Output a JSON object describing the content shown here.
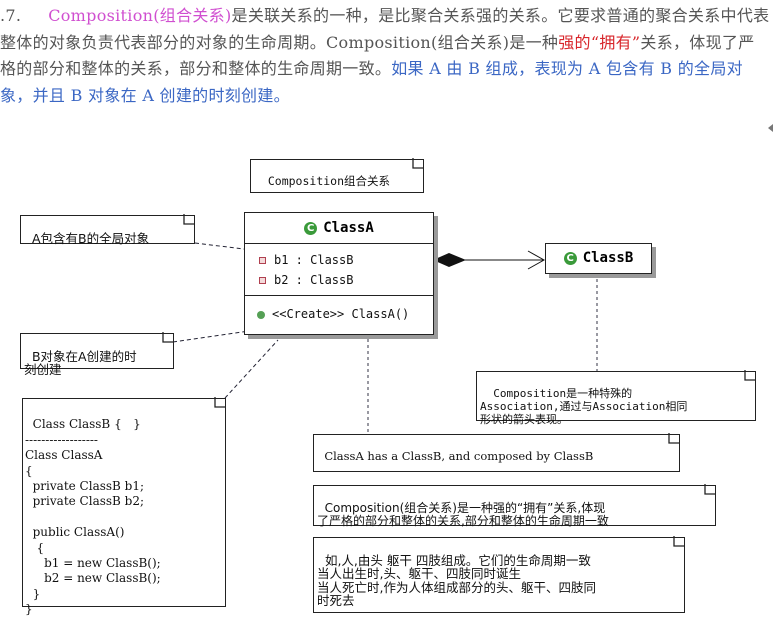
{
  "paragraph": {
    "number": ".7.",
    "title_term": "Composition(组合关系)",
    "part1": "是关联关系的一种，是比聚合关系强的关系。它要求普通的聚合关系中代表整体的对象负责代表部分的对象的生命周期。Composition(组合关系)是一种",
    "red_part": "强的“拥有”",
    "part2": "关系，体现了严格的部分和整体的关系，部分和整体的生命周期一致。",
    "blue_part": "如果 A 由 B 组成，表现为 A 包含有 B 的全局对象，并且 B 对象在 A 创建的时刻创建。"
  },
  "diagram": {
    "title_note": "Composition组合关系",
    "class_a": {
      "name": "ClassA",
      "icon": "class-icon",
      "attributes": [
        "b1 : ClassB",
        "b2 : ClassB"
      ],
      "operations": [
        "<<Create>> ClassA()"
      ]
    },
    "class_b": {
      "name": "ClassB",
      "icon": "class-icon"
    },
    "relation": "composition",
    "notes": {
      "global_object": "A包含有B的全局对象",
      "created_with": "B对象在A创建的时\n刻创建",
      "code": "Class ClassB {   }\n------------------\nClass ClassA\n{\n  private ClassB b1;\n  private ClassB b2;\n\n  public ClassA()\n   {\n     b1 = new ClassB();\n     b2 = new ClassB();\n  }\n}",
      "association": "Composition是一种特殊的\nAssociation,通过与Association相同\n形状的箭头表现。",
      "has_a": "ClassA has a ClassB, and composed by ClassB",
      "strong_own": "Composition(组合关系)是一种强的“拥有”关系,体现\n了严格的部分和整体的关系,部分和整体的生命周期一致",
      "example": "如,人,由头 躯干 四肢组成。它们的生命周期一致\n当人出生时,头、躯干、四肢同时诞生\n当人死亡时,作为人体组成部分的头、躯干、四肢同\n时死去"
    }
  }
}
